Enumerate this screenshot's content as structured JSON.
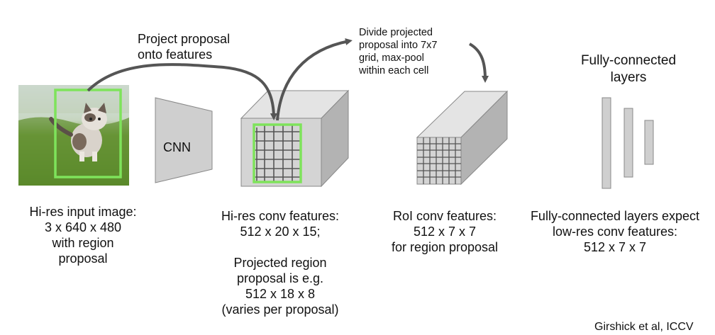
{
  "image": {
    "subject": "kitten on grass"
  },
  "colors": {
    "region_box": "#7ee35b",
    "block_fill": "#cfcfcf",
    "block_top": "#e4e4e4",
    "block_side": "#b3b3b3",
    "arrow": "#555555",
    "grid_line": "#555555"
  },
  "labels": {
    "project_arrow": "Project proposal\nonto features",
    "divide_arrow": "Divide projected\nproposal into 7x7\ngrid, max-pool\nwithin each cell",
    "cnn": "CNN",
    "fc_title": "Fully-connected\nlayers",
    "input_caption": "Hi-res input image:\n3 x 640 x 480\nwith region\nproposal",
    "conv_caption": "Hi-res conv features:\n512 x 20 x 15;\n\nProjected region\nproposal is e.g.\n512 x 18 x 8\n(varies per proposal)",
    "roi_caption": "RoI conv features:\n512 x 7 x 7\nfor region proposal",
    "fc_caption": "Fully-connected layers expect\nlow-res conv features:\n512 x 7 x 7",
    "citation": "Girshick et al, ICCV"
  }
}
